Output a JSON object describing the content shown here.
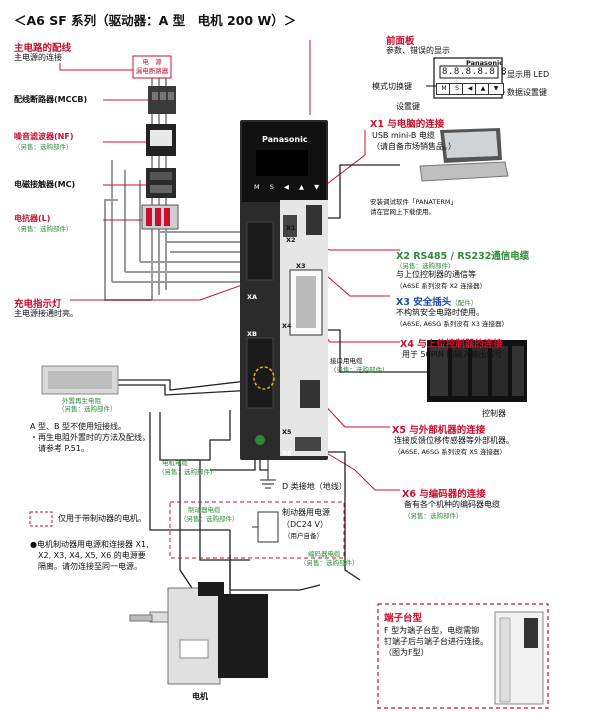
{
  "title": "＜A6 SF 系列（驱动器：A 型　电机 200 W）＞",
  "left": {
    "main_circuit_title": "主电路的配线",
    "main_circuit_sub": "主电源的连接",
    "power_box_1": "电　源",
    "power_box_2": "漏电断路器",
    "mccb": "配线断路器(MCCB)",
    "nf": "噪音滤波器(NF)",
    "nf_sub": "（另售：选购部件）",
    "mc": "电磁接触器(MC)",
    "reactor": "电抗器(L)",
    "reactor_sub": "（另售：选购部件）",
    "charge_title": "充电指示灯",
    "charge_sub": "主电源接通时亮。",
    "resistor_1": "外置再生电阻",
    "resistor_2": "（另售：选购部件）",
    "note_a_1": "A 型、B 型不使用短接线。",
    "note_a_2": "・再生电阻外置时的方法及配线，",
    "note_a_3": "　请参考 P.51。",
    "legend_text": "仅用于带制动器的电机。",
    "note_b_1": "●电机制动器用电源和连接器 X1,",
    "note_b_2": "　X2, X3, X4, X5, X6 的电源要",
    "note_b_3": "　隔离。请勿连接至同一电源。"
  },
  "panel": {
    "title": "前面板",
    "sub": "参数、错误的显示",
    "brand": "Panasonic",
    "display": "8.8.8.8.8.8",
    "led_label": "显示用 LED",
    "mode_key": "模式切换键",
    "set_key": "设置键",
    "data_key": "数据设置键",
    "keys": [
      "M",
      "S",
      "◀",
      "▲",
      "▼"
    ]
  },
  "device": {
    "brand": "Panasonic",
    "keys": [
      "M",
      "S",
      "◀",
      "▲",
      "▼"
    ],
    "x1": "X1",
    "x2": "X2",
    "x3": "X3",
    "x4": "X4",
    "x5": "X5",
    "x6": "X6",
    "xa": "XA",
    "xb": "XB"
  },
  "right": {
    "x1_title": "X1 与电脑的连接",
    "x1_sub_1": "USB mini-B 电缆",
    "x1_sub_2": "（请自备市场销售品。）",
    "software_1": "安装调试软件「PANATERM」",
    "software_2": "请在官网上下载使用。",
    "x2_title": "X2 RS485 / RS232通信电缆",
    "x2_sub_1": "（另售：选购部件）",
    "x2_sub_2": "与上位控制器的通信等",
    "x2_sub_3": "（A6SE 系列没有 X2 连接器）",
    "x3_title": "X3 安全插头",
    "x3_title_b": "（配件）",
    "x3_sub_1": "不构筑安全电路时使用。",
    "x3_sub_2": "（A6SE, A6SG 系列没有 X3 连接器）",
    "x4_title": "X4 与上位控制器的连接",
    "x4_sub_1": "用于 50PIN 的输入输出信号",
    "if_cable_1": "接口用电缆",
    "if_cable_2": "（另售：选购部件）",
    "controller": "控制器",
    "x5_title": "X5 与外部机器的连接",
    "x5_sub_1": "连接反馈位移传感器等外部机器。",
    "x5_sub_2": "（A6SE, A6SG 系列没有 X5 连接器）",
    "x6_title": "X6 与编码器的连接",
    "x6_sub_1": "备有各个机种的编码器电缆",
    "x6_sub_2": "（另售：选购部件）"
  },
  "bottom": {
    "ground": "D 类接地（地线）",
    "motor_cable_1": "电机电缆",
    "motor_cable_2": "（另售：选购部件）",
    "brake_cable_1": "制动器电缆",
    "brake_cable_2": "（另售：选购部件）",
    "brake_power_1": "制动器用电源",
    "brake_power_2": "（DC24 V）",
    "brake_power_3": "（用户自备）",
    "encoder_cable_1": "编码器电缆",
    "encoder_cable_2": "（另售：选购部件）",
    "motor": "电机",
    "terminal_title": "端子台型",
    "terminal_1": "F 型为端子台型，电缆需铆",
    "terminal_2": "钉端子后与端子台进行连接。",
    "terminal_3": "（图为F型）"
  },
  "colors": {
    "red": "#c8102e",
    "green": "#2e8b3a",
    "blue": "#1e4fa0"
  }
}
